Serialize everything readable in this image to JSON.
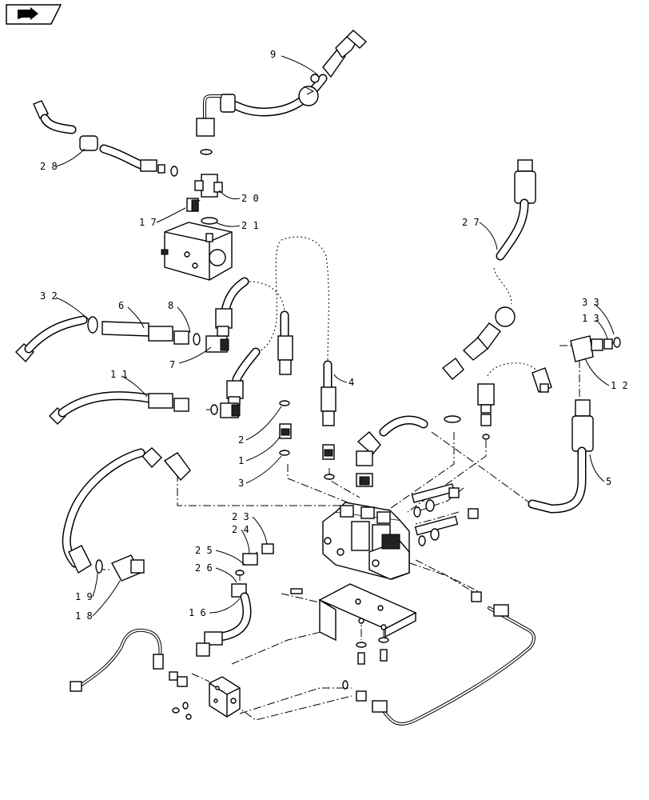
{
  "nav_icon": "arrow-forward-icon",
  "callouts": [
    {
      "id": "c9",
      "label": "9"
    },
    {
      "id": "c28",
      "label": "2 8"
    },
    {
      "id": "c20",
      "label": "2 0"
    },
    {
      "id": "c17",
      "label": "1 7"
    },
    {
      "id": "c21",
      "label": "2 1"
    },
    {
      "id": "c27",
      "label": "2 7"
    },
    {
      "id": "c32",
      "label": "3 2"
    },
    {
      "id": "c6",
      "label": "6"
    },
    {
      "id": "c8",
      "label": "8"
    },
    {
      "id": "c7",
      "label": "7"
    },
    {
      "id": "c33",
      "label": "3 3"
    },
    {
      "id": "c13",
      "label": "1 3"
    },
    {
      "id": "c12",
      "label": "1 2"
    },
    {
      "id": "c11",
      "label": "1 1"
    },
    {
      "id": "c4",
      "label": "4"
    },
    {
      "id": "c2",
      "label": "2"
    },
    {
      "id": "c1",
      "label": "1"
    },
    {
      "id": "c3",
      "label": "3"
    },
    {
      "id": "c5",
      "label": "5"
    },
    {
      "id": "c23",
      "label": "2 3"
    },
    {
      "id": "c24",
      "label": "2 4"
    },
    {
      "id": "c25",
      "label": "2 5"
    },
    {
      "id": "c26",
      "label": "2 6"
    },
    {
      "id": "c16",
      "label": "1 6"
    },
    {
      "id": "c19",
      "label": "1 9"
    },
    {
      "id": "c18",
      "label": "1 8"
    }
  ]
}
